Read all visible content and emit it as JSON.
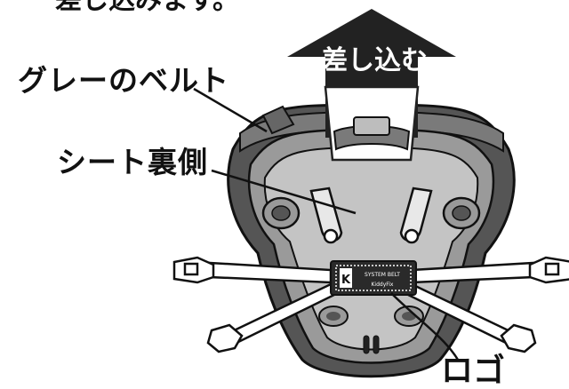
{
  "labels": {
    "top_text": "差し込みます。",
    "gray_belt": "グレーのベルト",
    "seat_back": "シート裏側",
    "insert": "差し込む",
    "logo": "ロゴ"
  },
  "logo_text": {
    "mark": "K",
    "line1": "SYSTEM BELT",
    "line2": "KiddyFix"
  },
  "colors": {
    "arrow": "#222222",
    "seat_outer": "#555555",
    "seat_rim": "#9a9a9a",
    "seat_inner": "#c4c4c4",
    "strap": "#ffffff",
    "line": "#111111"
  }
}
